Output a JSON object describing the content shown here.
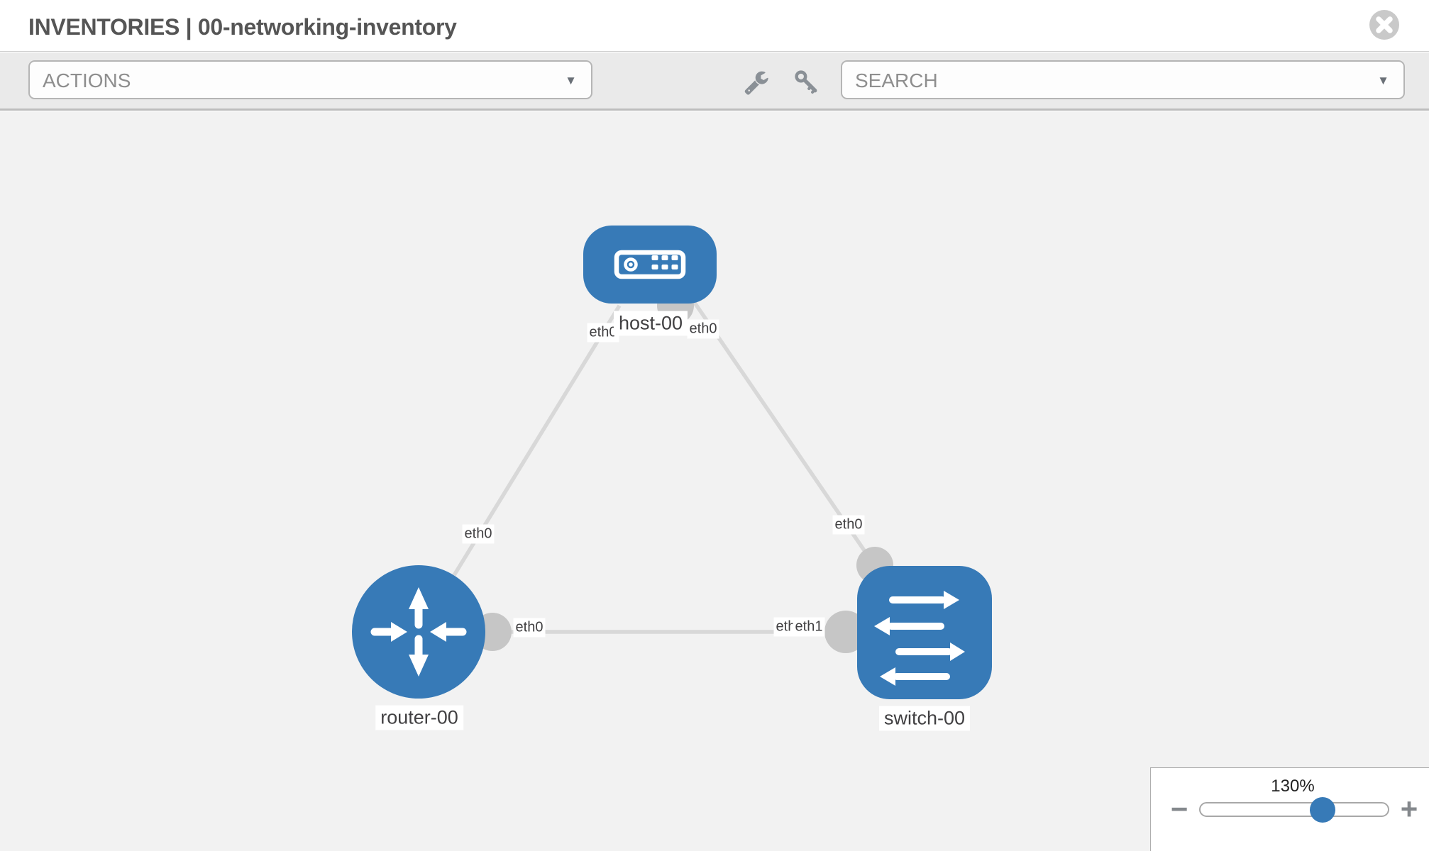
{
  "colors": {
    "node_blue": "#377ab7",
    "edge_gray": "#d8d8d8",
    "handle_gray": "#c6c6c6",
    "canvas_bg": "#f2f2f2",
    "toolbar_bg": "#eaeaea",
    "label_text": "#414042",
    "placeholder_text": "#8e8e8e",
    "title_text": "#555555"
  },
  "header": {
    "title": "INVENTORIES | 00-networking-inventory"
  },
  "toolbar": {
    "actions": {
      "label": "ACTIONS"
    },
    "search": {
      "placeholder": "SEARCH"
    },
    "caret": "▼"
  },
  "graph": {
    "nodes": [
      {
        "label": "host-00",
        "type": "host"
      },
      {
        "label": "router-00",
        "type": "router"
      },
      {
        "label": "switch-00",
        "type": "switch"
      }
    ],
    "edges": [
      {
        "from": "host-00",
        "to": "router-00"
      },
      {
        "from": "host-00",
        "to": "switch-00"
      },
      {
        "from": "router-00",
        "to": "switch-00"
      }
    ],
    "port_labels": [
      {
        "text": "eth0",
        "at": "host-left"
      },
      {
        "text": "eth0",
        "at": "host-right"
      },
      {
        "text": "eth0",
        "at": "router-top"
      },
      {
        "text": "eth0",
        "at": "router-right"
      },
      {
        "text": "eth0",
        "at": "switch-top"
      },
      {
        "text": "eth1",
        "at": "switch-left-under"
      },
      {
        "text": "eth1",
        "at": "switch-left"
      }
    ]
  },
  "zoom_control": {
    "level": "130%",
    "minus_label": "−",
    "plus_label": "+",
    "slider_position_pct": 65
  }
}
